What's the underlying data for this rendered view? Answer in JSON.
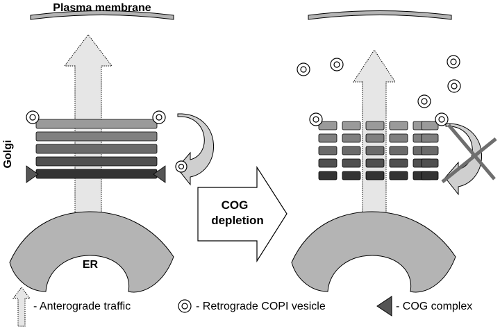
{
  "labels": {
    "plasma_membrane": "Plasma membrane",
    "golgi": "Golgi",
    "er": "ER",
    "arrow_line1": "COG",
    "arrow_line2": "depletion"
  },
  "legend": {
    "anterograde": "- Anterograde traffic",
    "retrograde": "- Retrograde COPI vesicle",
    "cog": "- COG complex"
  },
  "colors": {
    "cisterna_shades": [
      "#9a9a9a",
      "#808080",
      "#6a6a6a",
      "#505050",
      "#333333"
    ],
    "membrane_fill": "#b4b4b4",
    "anterograde_arrow": "#e6e6e6",
    "retrograde_arrow": "#cfcfcf",
    "cog_complex": "#555555",
    "cross_mark": "#6e6e6e"
  },
  "icons": {
    "vesicle": "double-circle",
    "cog_complex": "triangle",
    "blocked": "cross"
  }
}
